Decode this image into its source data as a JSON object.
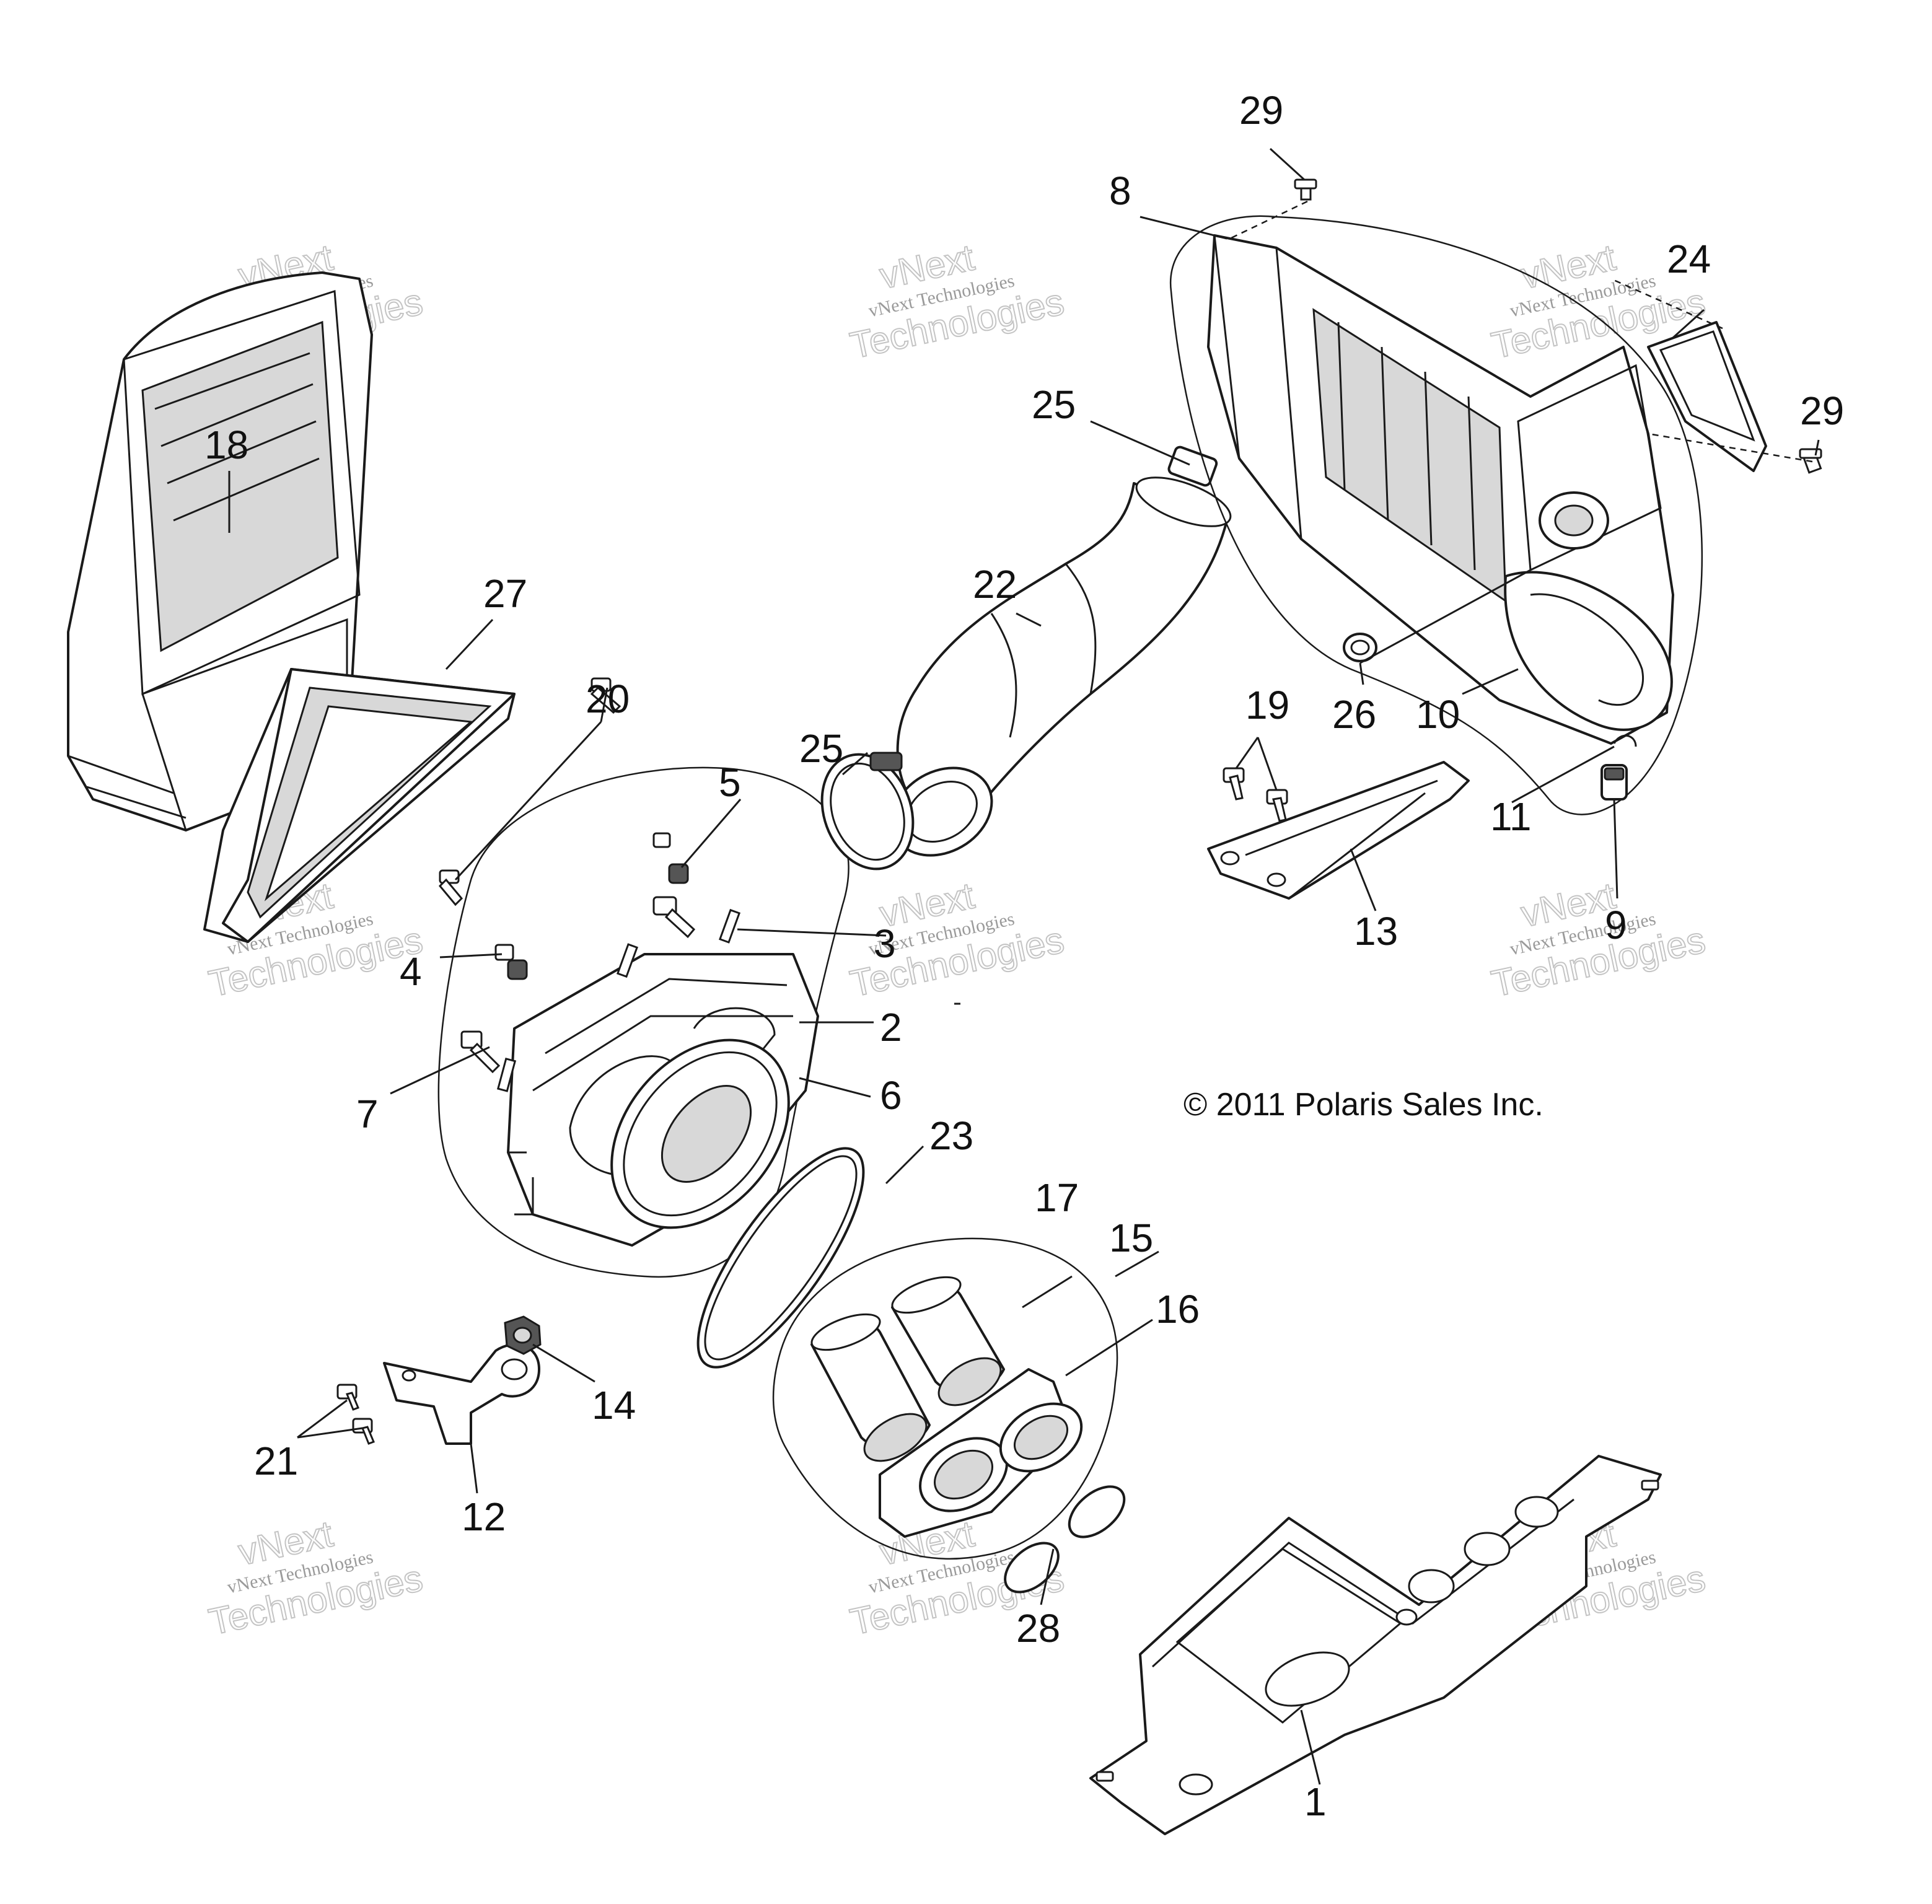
{
  "copyright": "© 2011 Polaris Sales Inc.",
  "watermark": {
    "line1": "vNext Technologies",
    "line2": "vNext",
    "line3": "Technologies"
  },
  "callouts": {
    "c1": "1",
    "c2": "2",
    "c3": "3",
    "c4": "4",
    "c5": "5",
    "c6": "6",
    "c7": "7",
    "c8": "8",
    "c9": "9",
    "c10": "10",
    "c11": "11",
    "c12": "12",
    "c13": "13",
    "c14": "14",
    "c15": "15",
    "c16": "16",
    "c17": "17",
    "c18": "18",
    "c19": "19",
    "c20": "20",
    "c21": "21",
    "c22": "22",
    "c23": "23",
    "c24": "24",
    "c25a": "25",
    "c25b": "25",
    "c26": "26",
    "c27": "27",
    "c28": "28",
    "c29a": "29",
    "c29b": "29"
  }
}
